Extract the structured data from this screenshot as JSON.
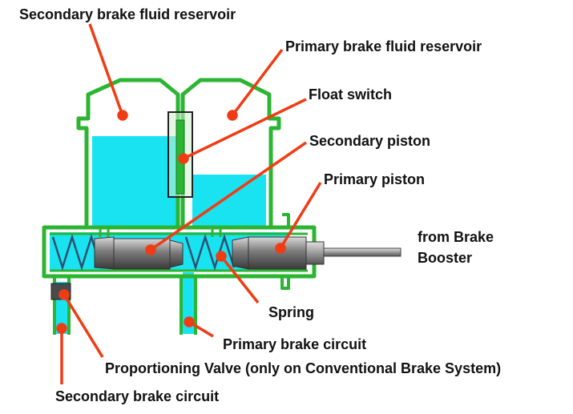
{
  "labels": {
    "secondary_reservoir": "Secondary brake fluid reservoir",
    "primary_reservoir": "Primary brake fluid reservoir",
    "float_switch": "Float switch",
    "secondary_piston": "Secondary piston",
    "primary_piston": "Primary piston",
    "from_brake_line1": "from Brake",
    "from_brake_line2": "Booster",
    "spring": "Spring",
    "primary_circuit": "Primary brake circuit",
    "proportioning_valve": "Proportioning Valve (only on Conventional Brake System)",
    "secondary_circuit": "Secondary brake circuit"
  },
  "colors": {
    "housing": "#2bb532",
    "housing_outline": "#157a1a",
    "fluid": "#19e3f0",
    "leader": "#f03c14",
    "piston": "#6e6e6e",
    "spring": "#2f4f6f"
  }
}
